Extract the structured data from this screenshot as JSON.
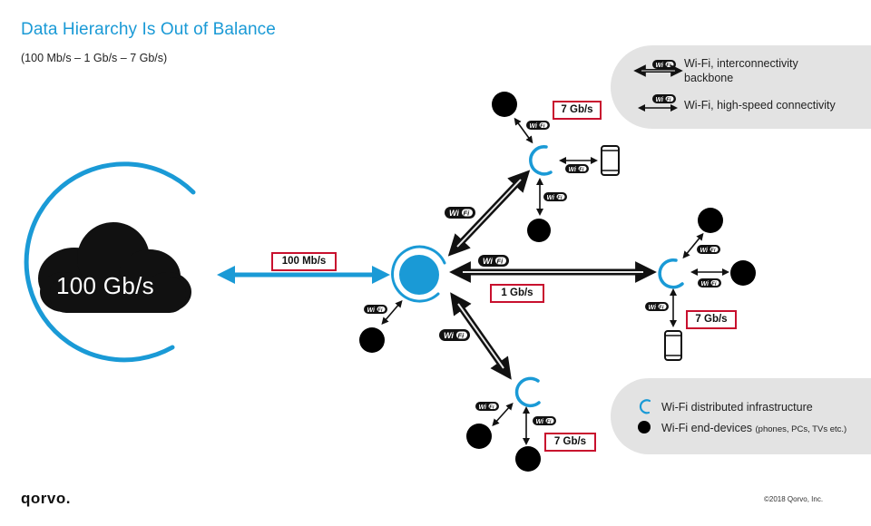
{
  "header": {
    "title": "Data Hierarchy Is Out of Balance",
    "subtitle": "(100 Mb/s – 1 Gb/s – 7 Gb/s)"
  },
  "legend_top": {
    "item1_line1": "Wi-Fi, interconnectivity",
    "item1_line2": "backbone",
    "item2": "Wi-Fi, high-speed connectivity"
  },
  "legend_bottom": {
    "item1": "Wi-Fi distributed infrastructure",
    "item2_main": "Wi-Fi end-devices",
    "item2_small": "(phones, PCs, TVs etc.)"
  },
  "cloud": {
    "label": "100 Gb/s"
  },
  "links": {
    "cloud_to_hub": "100 Mb/s",
    "hub_to_right": "1 Gb/s",
    "top_node": "7 Gb/s",
    "right_node": "7 Gb/s",
    "bottom_node": "7 Gb/s"
  },
  "badge": {
    "wi": "Wi",
    "fi": "Fi"
  },
  "footer": {
    "logo": "qorvo.",
    "copyright": "©2018 Qorvo, Inc."
  },
  "colors": {
    "accent": "#1a9ad6",
    "rate_border": "#c8102e",
    "panel": "#e3e3e3",
    "device": "#000000"
  }
}
